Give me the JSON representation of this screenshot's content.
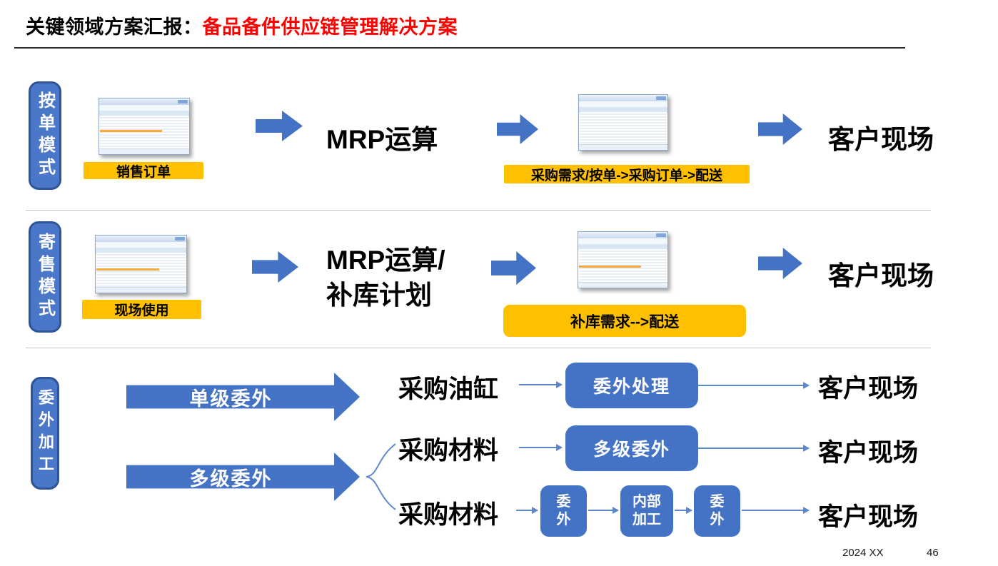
{
  "slide": {
    "title": {
      "prefix": "关键领域方案汇报：",
      "highlight": "备品备件供应链管理解决方案"
    },
    "footer": {
      "date_label": "2024 XX",
      "page_number": "46"
    }
  },
  "colors": {
    "accent_blue": "#4472C4",
    "accent_blue_border": "#2F5597",
    "accent_yellow": "#FFC000",
    "title_red": "#FF0000",
    "connector_blue": "#5B87CD"
  },
  "icons": {
    "block_arrow": "block-arrow-right-icon",
    "level_arrow": "labeled-arrow-right-icon",
    "thin_arrow": "thin-arrow-right-icon",
    "erp_screenshot": "erp-grid-window-thumbnail",
    "split_brace": "split-brace-icon"
  },
  "rows": [
    {
      "mode_label": "按单模式",
      "source_caption": "销售订单",
      "process": "MRP运算",
      "result_caption": "采购需求/按单->采购订单->配送",
      "destination": "客户现场"
    },
    {
      "mode_label": "寄售模式",
      "source_caption": "现场使用",
      "process_line1": "MRP运算/",
      "process_line2": "补库计划",
      "result_caption": "补库需求-->配送",
      "destination": "客户现场"
    },
    {
      "mode_label": "委外加工",
      "level_arrows": [
        {
          "label": "单级委外"
        },
        {
          "label": "多级委外"
        }
      ],
      "flows": [
        {
          "input": "采购油缸",
          "steps": [
            {
              "label": "委外处理"
            }
          ],
          "destination": "客户现场"
        },
        {
          "input": "采购材料",
          "steps": [
            {
              "label": "多级委外"
            }
          ],
          "destination": "客户现场"
        },
        {
          "input": "采购材料",
          "steps": [
            {
              "label": "委外"
            },
            {
              "label": "内部加工"
            },
            {
              "label": "委外"
            }
          ],
          "destination": "客户现场"
        }
      ]
    }
  ]
}
